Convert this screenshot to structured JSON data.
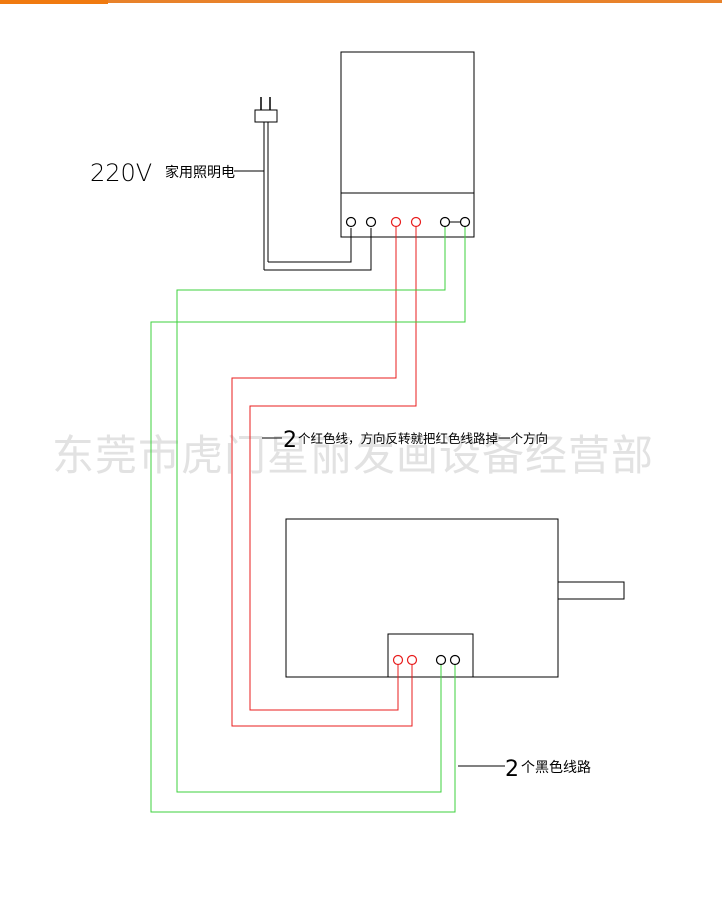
{
  "labels": {
    "power_voltage": "220V",
    "power_desc": "家用照明电",
    "red_count": "2",
    "red_desc": "个红色线，方向反转就把红色线路掉一个方向",
    "black_count": "2",
    "black_desc": "个黑色线路"
  },
  "watermark": "东莞市虎门星丽发画设备经营部",
  "colors": {
    "red_wire": "#e81c1c",
    "green_wire": "#3cd23c",
    "dark_wire": "#000000",
    "top_rule": "#e8822a"
  }
}
